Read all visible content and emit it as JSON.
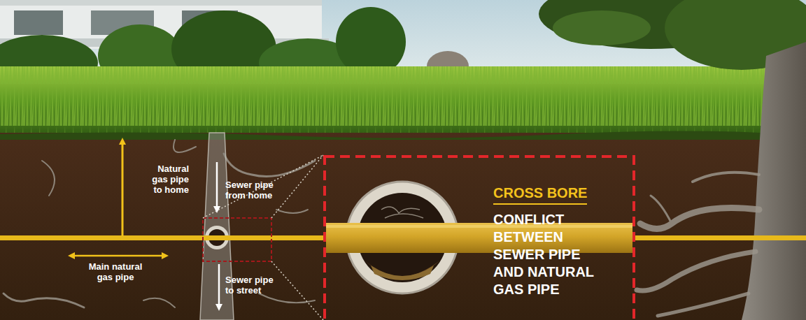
{
  "diagram": {
    "nodes": [
      {
        "text": [
          "CROSS BORE",
          "CONFLICT BETWEEN SEWER PIPE AND NATURAL GAS PIPE"
        ]
      }
    ],
    "labels": [
      "Natural gas pipe to home",
      "Sewer pipe from home",
      "Main natural gas pipe",
      "Sewer pipe to street"
    ]
  }
}
